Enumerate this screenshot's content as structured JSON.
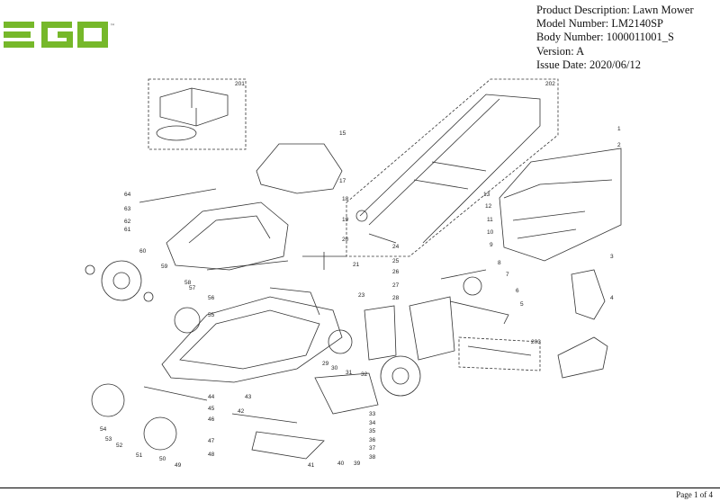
{
  "brand": {
    "name": "EGO",
    "tm": "™",
    "color": "#76b82a"
  },
  "meta": {
    "description": "Product Description: Lawn Mower",
    "model": "Model Number: LM2140SP",
    "body": "Body Number: 1000011001_S",
    "version": "Version: A",
    "issue": "Issue Date: 2020/06/12"
  },
  "callouts": {
    "c201": "201",
    "c202": "202",
    "c203": "203",
    "c1": "1",
    "c2": "2",
    "c3": "3",
    "c4": "4",
    "c5": "5",
    "c6": "6",
    "c7": "7",
    "c8": "8",
    "c9": "9",
    "c10": "10",
    "c11": "11",
    "c12": "12",
    "c13": "13",
    "c15": "15",
    "c17": "17",
    "c18": "18",
    "c19": "19",
    "c20": "20",
    "c21": "21",
    "c23": "23",
    "c24": "24",
    "c25": "25",
    "c26": "26",
    "c27": "27",
    "c28": "28",
    "c29": "29",
    "c30": "30",
    "c31": "31",
    "c32": "32",
    "c33": "33",
    "c34": "34",
    "c35": "35",
    "c36": "36",
    "c37": "37",
    "c38": "38",
    "c39": "39",
    "c40": "40",
    "c41": "41",
    "c42": "42",
    "c43": "43",
    "c44": "44",
    "c45": "45",
    "c46": "46",
    "c47": "47",
    "c48": "48",
    "c49": "49",
    "c50": "50",
    "c51": "51",
    "c52": "52",
    "c53": "53",
    "c54": "54",
    "c55": "55",
    "c56": "56",
    "c57": "57",
    "c58": "58",
    "c59": "59",
    "c60": "60",
    "c61": "61",
    "c62": "62",
    "c63": "63",
    "c64": "64"
  },
  "footer": {
    "page": "Page 1 of 4"
  }
}
